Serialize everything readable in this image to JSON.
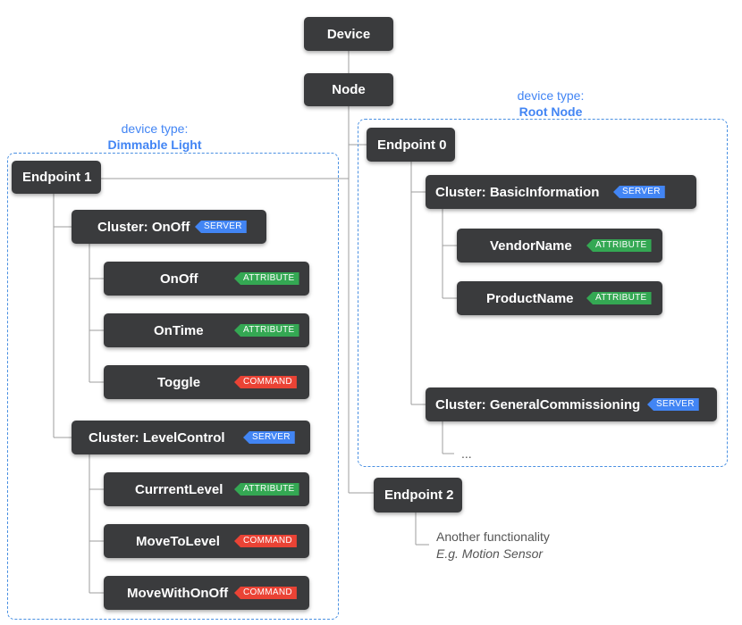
{
  "root": {
    "device": "Device",
    "node": "Node"
  },
  "dimmable": {
    "type_label": "device type:",
    "type_name": "Dimmable Light",
    "endpoint": "Endpoint 1",
    "onoff_cluster": {
      "label": "Cluster: OnOff",
      "tag": "SERVER"
    },
    "onoff_items": [
      {
        "label": "OnOff",
        "tag": "ATTRIBUTE"
      },
      {
        "label": "OnTime",
        "tag": "ATTRIBUTE"
      },
      {
        "label": "Toggle",
        "tag": "COMMAND"
      }
    ],
    "level_cluster": {
      "label": "Cluster: LevelControl",
      "tag": "SERVER"
    },
    "level_items": [
      {
        "label": "CurrrentLevel",
        "tag": "ATTRIBUTE"
      },
      {
        "label": "MoveToLevel",
        "tag": "COMMAND"
      },
      {
        "label": "MoveWithOnOff",
        "tag": "COMMAND"
      }
    ]
  },
  "rootnode": {
    "type_label": "device type:",
    "type_name": "Root Node",
    "endpoint": "Endpoint 0",
    "basic_cluster": {
      "label": "Cluster: BasicInformation",
      "tag": "SERVER"
    },
    "basic_items": [
      {
        "label": "VendorName",
        "tag": "ATTRIBUTE"
      },
      {
        "label": "ProductName",
        "tag": "ATTRIBUTE"
      }
    ],
    "gc_cluster": {
      "label": "Cluster: GeneralCommissioning",
      "tag": "SERVER"
    },
    "ellipsis": "..."
  },
  "endpoint2": {
    "label": "Endpoint 2",
    "note_line1": "Another functionality",
    "note_line2": "E.g. Motion Sensor"
  },
  "colors": {
    "box": "#3a3b3d",
    "server": "#4285f4",
    "attribute": "#34a853",
    "command": "#ea4335",
    "accent": "#4285f4"
  }
}
